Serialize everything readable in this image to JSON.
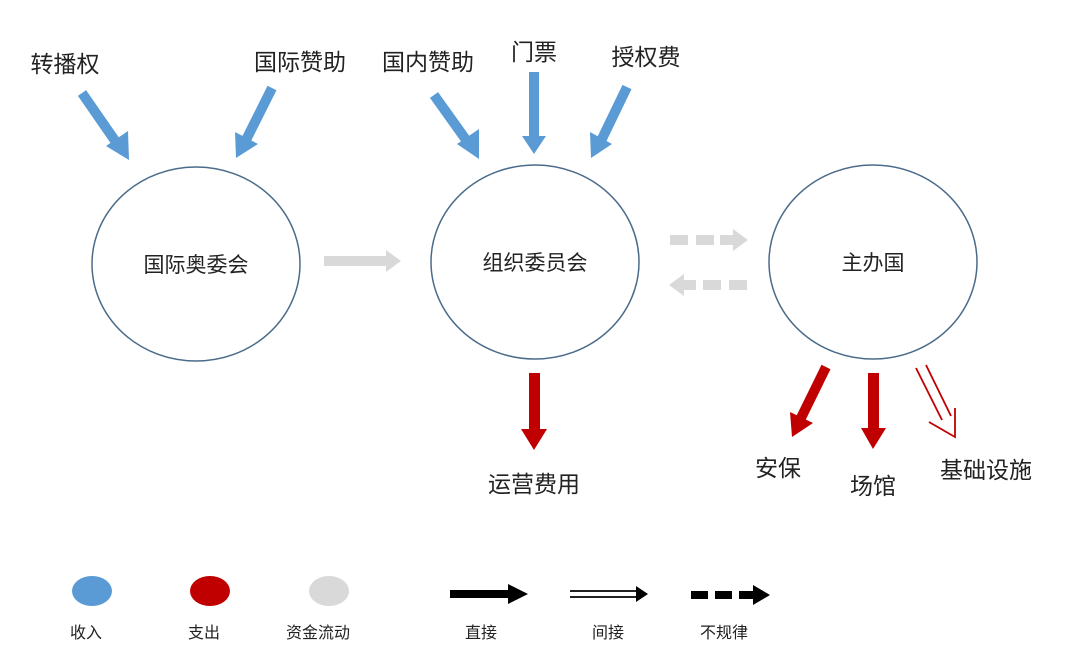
{
  "colors": {
    "income": "#5B9BD5",
    "expense": "#C00000",
    "flow": "#D9D9D9",
    "ink": "#000000",
    "node_border": "#4A6B8A"
  },
  "nodes": {
    "ioc": "国际奥委会",
    "ocog": "组织委员会",
    "host": "主办国"
  },
  "income_labels": {
    "broadcast": "转播权",
    "intl_sponsor": "国际赞助",
    "domestic_sponsor": "国内赞助",
    "tickets": "门票",
    "licensing": "授权费"
  },
  "expense_labels": {
    "operations": "运营费用",
    "security": "安保",
    "venues": "场馆",
    "infrastructure": "基础设施"
  },
  "legend": {
    "income": "收入",
    "expense": "支出",
    "fund_flow": "资金流动",
    "direct": "直接",
    "indirect": "间接",
    "irregular": "不规律"
  }
}
